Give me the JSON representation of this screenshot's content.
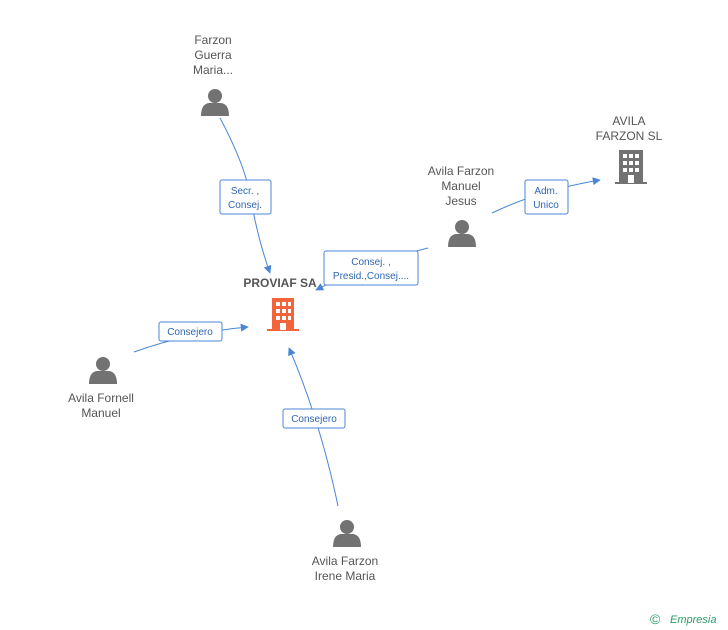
{
  "nodes": {
    "center": {
      "name": "PROVIAF SA"
    },
    "farzon_guerra": {
      "lines": [
        "Farzon",
        "Guerra",
        "Maria..."
      ]
    },
    "avila_farzon_sl": {
      "lines": [
        "AVILA",
        "FARZON SL"
      ]
    },
    "avila_manuel_jesus": {
      "lines": [
        "Avila Farzon",
        "Manuel",
        "Jesus"
      ]
    },
    "avila_fornell": {
      "lines": [
        "Avila Fornell",
        "Manuel"
      ]
    },
    "avila_irene": {
      "lines": [
        "Avila Farzon",
        "Irene Maria"
      ]
    }
  },
  "edges": {
    "secr": {
      "lines": [
        "Secr. ,",
        "Consej."
      ]
    },
    "consej_presid": {
      "lines": [
        "Consej. ,",
        "Presid.,Consej...."
      ]
    },
    "adm_unico": {
      "lines": [
        "Adm.",
        "Unico"
      ]
    },
    "consejero_left": {
      "lines": [
        "Consejero"
      ]
    },
    "consejero_bottom": {
      "lines": [
        "Consejero"
      ]
    }
  },
  "footer": {
    "copyright": "©",
    "brand": "Empresia"
  },
  "colors": {
    "edge": "#4a86d4",
    "main_company": "#f2643a",
    "icon": "#727272"
  }
}
